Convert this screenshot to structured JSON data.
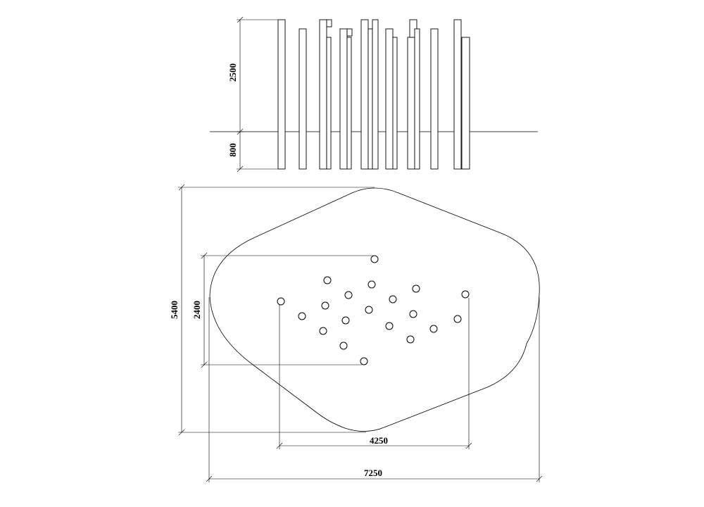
{
  "elevation": {
    "height_above_label": "2500",
    "depth_below_label": "800"
  },
  "plan": {
    "overall_depth_label": "5400",
    "post_span_depth_label": "2400",
    "post_span_width_label": "4250",
    "overall_width_label": "7250"
  }
}
